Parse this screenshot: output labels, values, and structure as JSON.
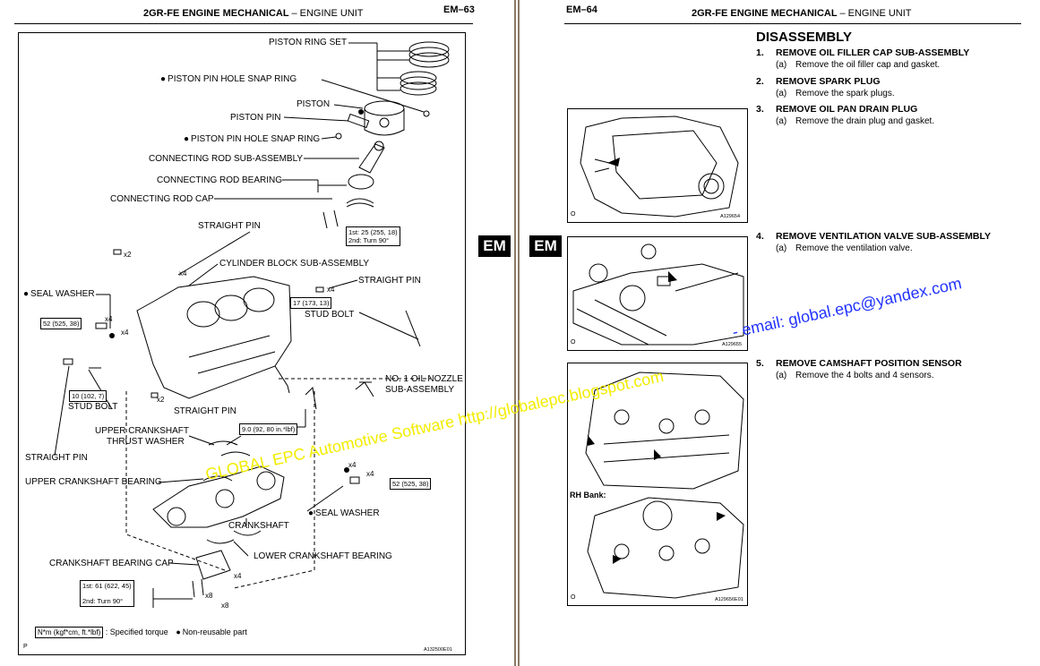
{
  "left_page": {
    "header_title": "2GR-FE ENGINE MECHANICAL",
    "header_dash": "–",
    "header_subtitle": "ENGINE UNIT",
    "page_number": "EM–63",
    "diagram": {
      "labels": {
        "piston_ring_set": "PISTON RING SET",
        "snap_ring_1": "PISTON PIN HOLE SNAP RING",
        "piston": "PISTON",
        "piston_pin": "PISTON PIN",
        "snap_ring_2": "PISTON PIN HOLE SNAP RING",
        "conrod_sub": "CONNECTING ROD SUB-ASSEMBLY",
        "conrod_bearing": "CONNECTING ROD BEARING",
        "conrod_cap": "CONNECTING ROD CAP",
        "straight_pin_top": "STRAIGHT PIN",
        "cyl_block": "CYLINDER BLOCK SUB-ASSEMBLY",
        "straight_pin_right": "STRAIGHT PIN",
        "seal_washer_left": "SEAL WASHER",
        "stud_bolt_right": "STUD BOLT",
        "stud_bolt_left": "STUD BOLT",
        "straight_pin_mid": "STRAIGHT PIN",
        "oil_nozzle_1": "NO. 1 OIL NOZZLE",
        "oil_nozzle_2": "SUB-ASSEMBLY",
        "upper_thrust_1": "UPPER CRANKSHAFT",
        "upper_thrust_2": "THRUST WASHER",
        "straight_pin_left": "STRAIGHT PIN",
        "upper_bearing": "UPPER CRANKSHAFT BEARING",
        "crankshaft": "CRANKSHAFT",
        "seal_washer_right": "SEAL WASHER",
        "lower_bearing": "LOWER CRANKSHAFT BEARING",
        "bearing_cap": "CRANKSHAFT BEARING CAP"
      },
      "counts": {
        "x2_a": "x2",
        "x4_a": "x4",
        "x4_b": "x4",
        "x4_c": "x4",
        "x4_d": "x4",
        "x2_b": "x2",
        "x4_e": "x4",
        "x4_f": "x4",
        "x4_g": "x4",
        "x8_a": "x8",
        "x8_b": "x8"
      },
      "torque_boxes": {
        "conrod_1": "1st: 25 (255, 18)",
        "conrod_2": "2nd: Turn 90°",
        "seal_left": "52 (525, 38)",
        "stud_right": "17 (173, 13)",
        "stud_left": "10 (102, 7)",
        "oil_nozzle": "9.0 (92, 80 in.*lbf)",
        "seal_right": "52 (525, 38)",
        "cap_1": "1st: 61 (622, 45)",
        "cap_2": "2nd: Turn 90°"
      },
      "legend": {
        "box": "N*m (kgf*cm, ft.*lbf)",
        "box_text": ": Specified torque",
        "dot_text": "Non-reusable part"
      },
      "corner_p": "P",
      "figure_code": "A132500E01"
    }
  },
  "tabs": {
    "left": "EM",
    "right": "EM"
  },
  "right_page": {
    "page_number": "EM–64",
    "header_title": "2GR-FE ENGINE MECHANICAL",
    "header_dash": "–",
    "header_subtitle": "ENGINE UNIT",
    "section_title": "DISASSEMBLY",
    "steps": [
      {
        "num": "1.",
        "title": "REMOVE OIL FILLER CAP SUB-ASSEMBLY",
        "sub_num": "(a)",
        "sub": "Remove the oil filler cap and gasket."
      },
      {
        "num": "2.",
        "title": "REMOVE SPARK PLUG",
        "sub_num": "(a)",
        "sub": "Remove the spark plugs."
      },
      {
        "num": "3.",
        "title": "REMOVE OIL PAN DRAIN PLUG",
        "sub_num": "(a)",
        "sub": "Remove the drain plug and gasket."
      },
      {
        "num": "4.",
        "title": "REMOVE VENTILATION VALVE SUB-ASSEMBLY",
        "sub_num": "(a)",
        "sub": "Remove the ventilation valve."
      },
      {
        "num": "5.",
        "title": "REMOVE CAMSHAFT POSITION SENSOR",
        "sub_num": "(a)",
        "sub": "Remove the 4 bolts and 4 sensors."
      }
    ],
    "figures": {
      "fig1_corner": "O",
      "fig1_code": "A129654",
      "fig2_corner": "O",
      "fig2_code": "A129655",
      "fig3_corner": "O",
      "fig3_code": "A129656E01",
      "fig3_label": "RH Bank:"
    }
  },
  "watermarks": {
    "yellow": "GLOBAL EPC Automotive Software http://globalepc.blogspot.com",
    "blue": "- email: global.epc@yandex.com"
  }
}
